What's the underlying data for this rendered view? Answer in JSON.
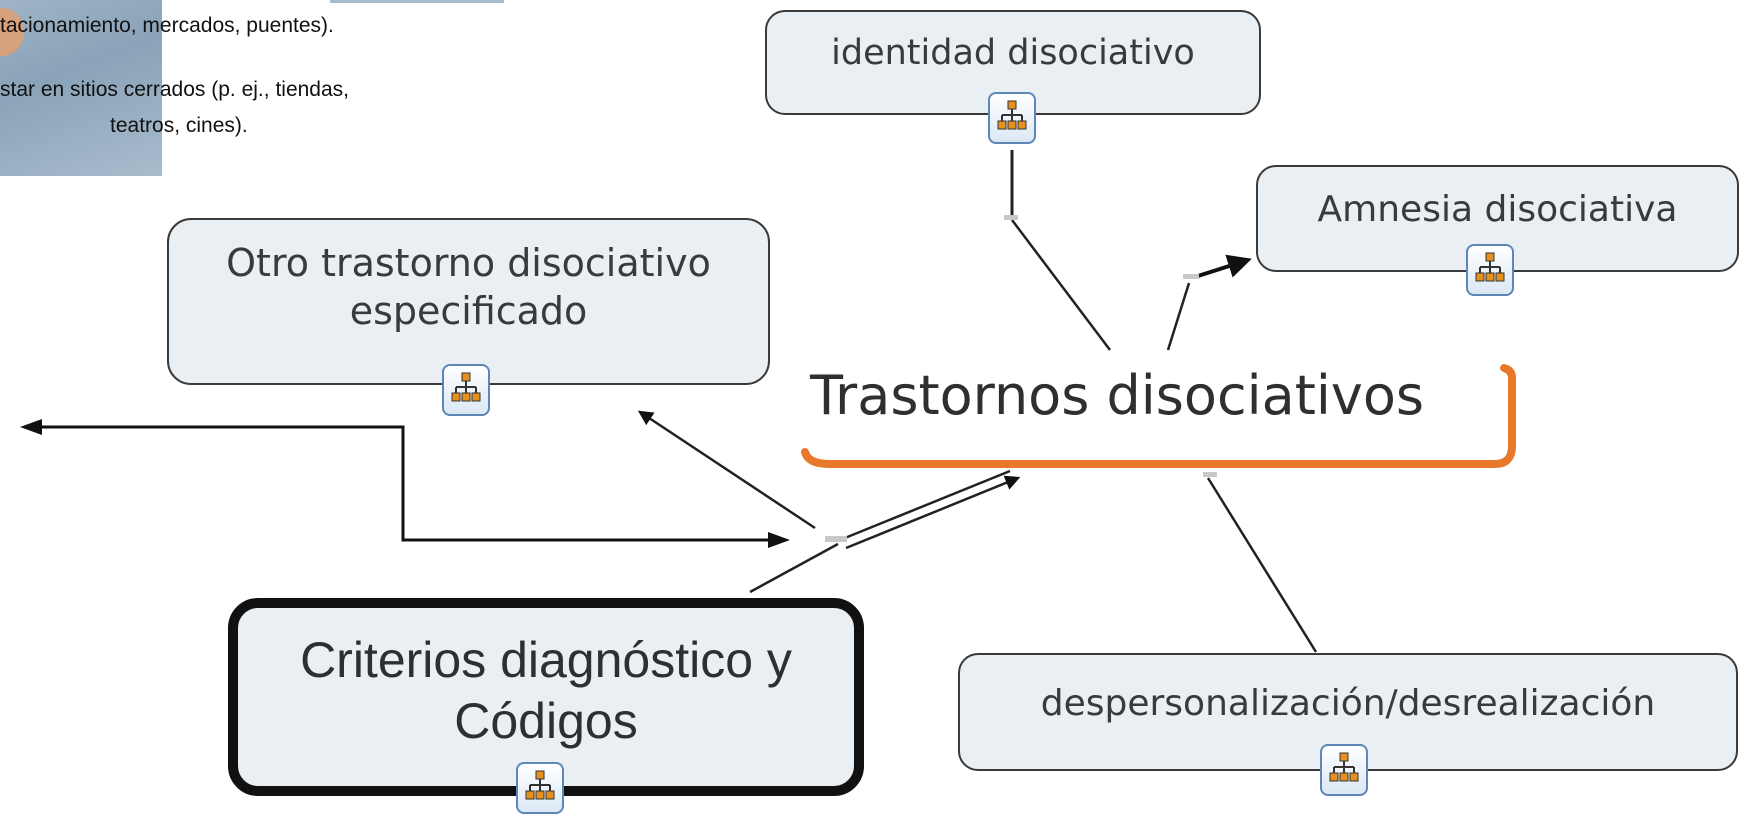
{
  "background_text": {
    "line1": "tacionamiento, mercados, puentes).",
    "line2": "star en sitios cerrados (p. ej., tiendas,",
    "line3": "teatros, cines)."
  },
  "central_node": {
    "label": "Trastornos disociativos"
  },
  "nodes": {
    "identidad": {
      "label": "identidad disociativo"
    },
    "amnesia": {
      "label": "Amnesia disociativa"
    },
    "otro": {
      "label": "Otro trastorno disociativo especificado"
    },
    "criterios": {
      "label": "Criterios diagnóstico y Códigos"
    },
    "despersonalizacion": {
      "label": "despersonalización/desrealización"
    }
  },
  "icons": {
    "submap": "submap-hierarchy-icon"
  },
  "colors": {
    "node_fill": "#e9eff3",
    "node_border": "#3a3a3a",
    "central_accent": "#e8782a",
    "icon_border": "#5c87b8"
  }
}
